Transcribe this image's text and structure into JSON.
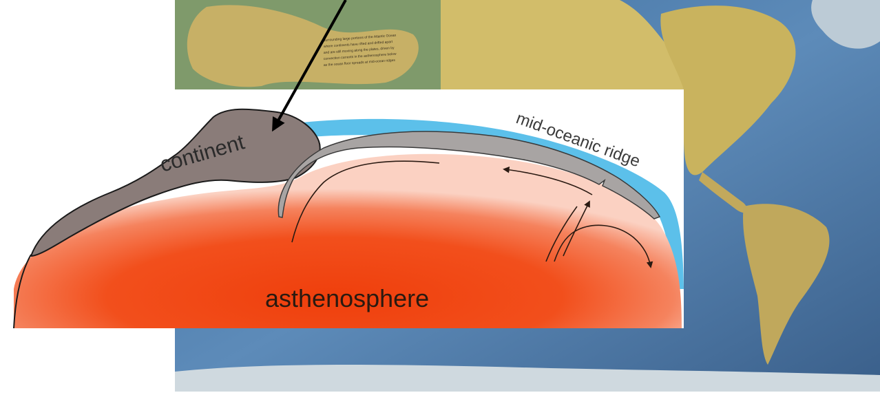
{
  "labels": {
    "continent": "continent",
    "ridge": "mid-oceanic ridge",
    "asthenosphere": "asthenosphere"
  },
  "colors": {
    "ocean": "#5a86b3",
    "land": "#c8b25a",
    "sea_water": "#5cc0ea",
    "crust": "#8a7c79",
    "plate": "#a8a4a3",
    "mantle": "#ef4a12",
    "outline": "#1a1a1a"
  },
  "map_note": {
    "lines": [
      "surrounding large portions of the Atlantic Ocean",
      "where continents have rifted and drifted apart",
      "and are still moving along the plates, driven by",
      "convection currents in the asthenosphere below",
      "as the ocean floor spreads at mid-ocean ridges"
    ]
  }
}
